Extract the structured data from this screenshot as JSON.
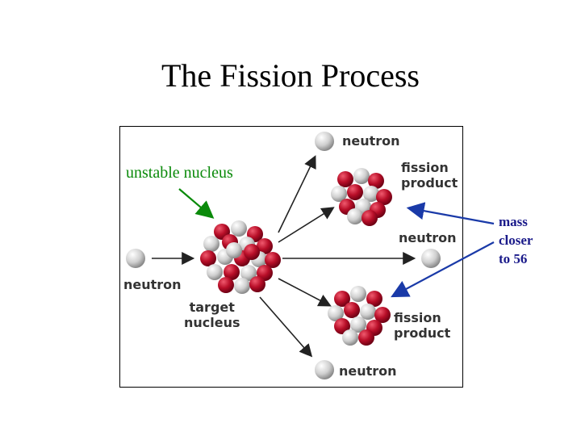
{
  "title": "The Fission Process",
  "figure": {
    "labels": {
      "neutron_top": "neutron",
      "fission_product_top": [
        "fission",
        "product"
      ],
      "neutron_middle": "neutron",
      "neutron_incoming": "neutron",
      "target_nucleus": [
        "target",
        "nucleus"
      ],
      "fission_product_bottom": [
        "fission",
        "product"
      ],
      "neutron_bottom": "neutron"
    },
    "colors": {
      "proton": "#c0102a",
      "neutron": "#d8d8d8",
      "arrow": "#222222"
    }
  },
  "annotations": {
    "unstable_nucleus": "unstable nucleus",
    "mass_note": [
      "mass",
      "closer",
      "to 56"
    ],
    "green_color": "#0a8a0a",
    "blue_color": "#1a3aa8"
  }
}
